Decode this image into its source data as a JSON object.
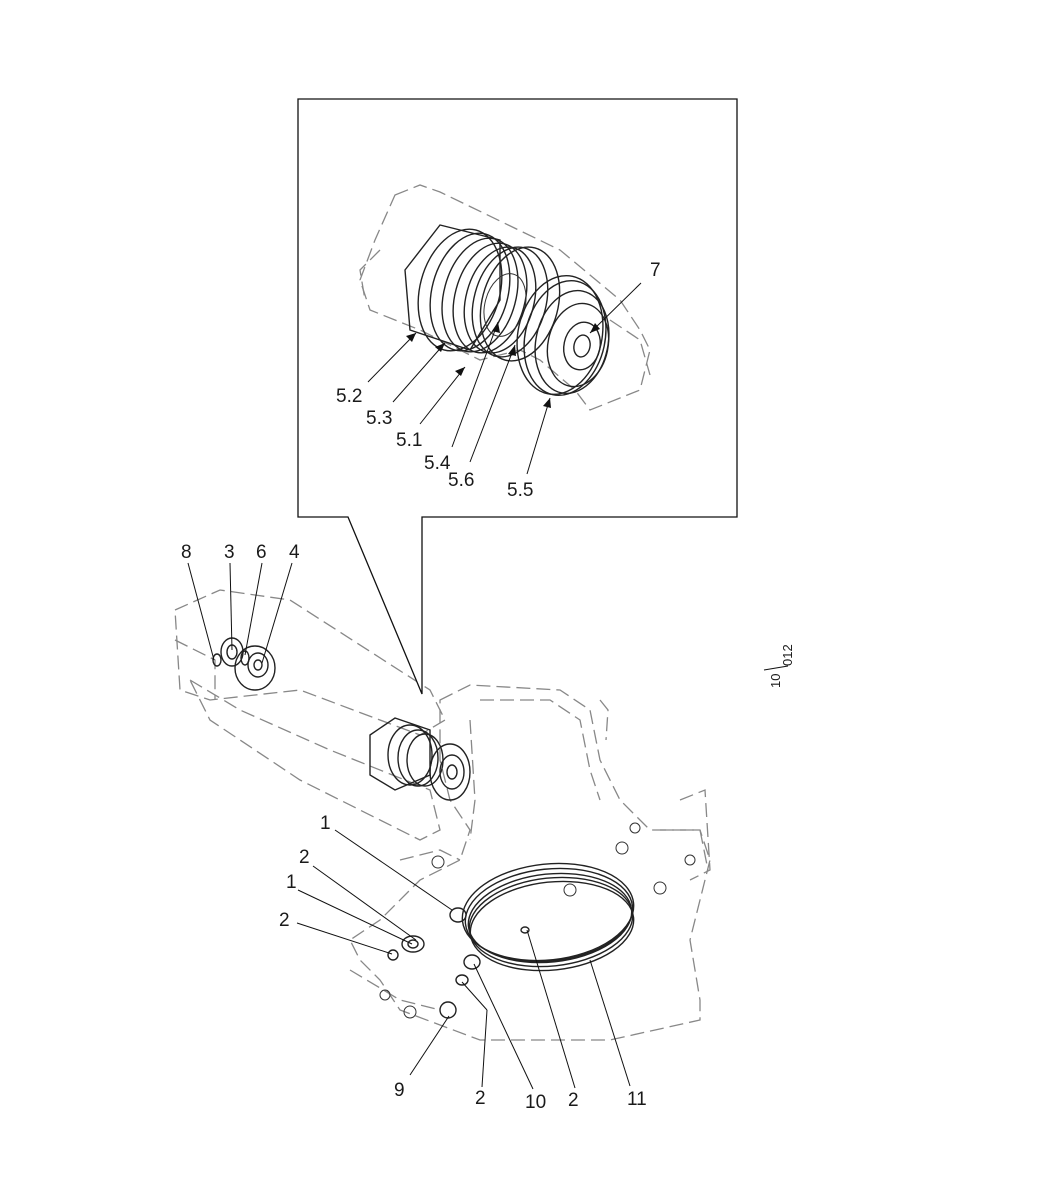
{
  "figure_ref": {
    "num": "10",
    "den": "012"
  },
  "detail_labels": [
    {
      "id": "5.2",
      "text": "5.2"
    },
    {
      "id": "5.3",
      "text": "5.3"
    },
    {
      "id": "5.1",
      "text": "5.1"
    },
    {
      "id": "5.4",
      "text": "5.4"
    },
    {
      "id": "5.6",
      "text": "5.6"
    },
    {
      "id": "5.5",
      "text": "5.5"
    },
    {
      "id": "7",
      "text": "7"
    }
  ],
  "main_labels": [
    {
      "id": "8",
      "text": "8"
    },
    {
      "id": "3",
      "text": "3"
    },
    {
      "id": "6",
      "text": "6"
    },
    {
      "id": "4",
      "text": "4"
    },
    {
      "id": "1a",
      "text": "1"
    },
    {
      "id": "2a",
      "text": "2"
    },
    {
      "id": "1b",
      "text": "1"
    },
    {
      "id": "2b",
      "text": "2"
    },
    {
      "id": "9",
      "text": "9"
    },
    {
      "id": "2c",
      "text": "2"
    },
    {
      "id": "10",
      "text": "10"
    },
    {
      "id": "2d",
      "text": "2"
    },
    {
      "id": "11",
      "text": "11"
    }
  ]
}
